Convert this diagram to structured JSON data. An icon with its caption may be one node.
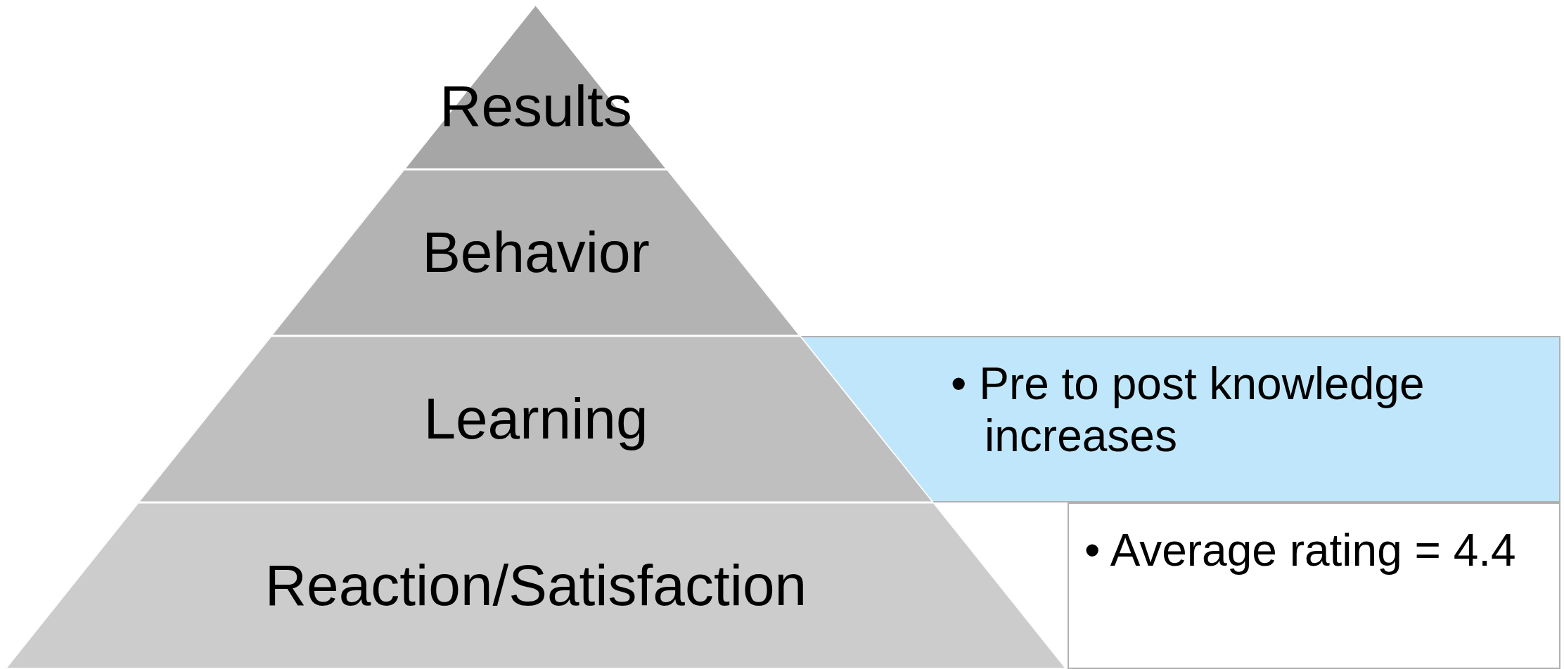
{
  "diagram": {
    "nodes": [
      {
        "text": [
          "Results"
        ]
      },
      {
        "text": [
          "Behavior"
        ]
      },
      {
        "text": [
          "Learning"
        ]
      },
      {
        "text": [
          "• Pre to post knowledge increases"
        ]
      },
      {
        "text": [
          "Reaction/Satisfaction"
        ]
      },
      {
        "text": [
          "• Average rating = 4.4"
        ]
      }
    ]
  }
}
